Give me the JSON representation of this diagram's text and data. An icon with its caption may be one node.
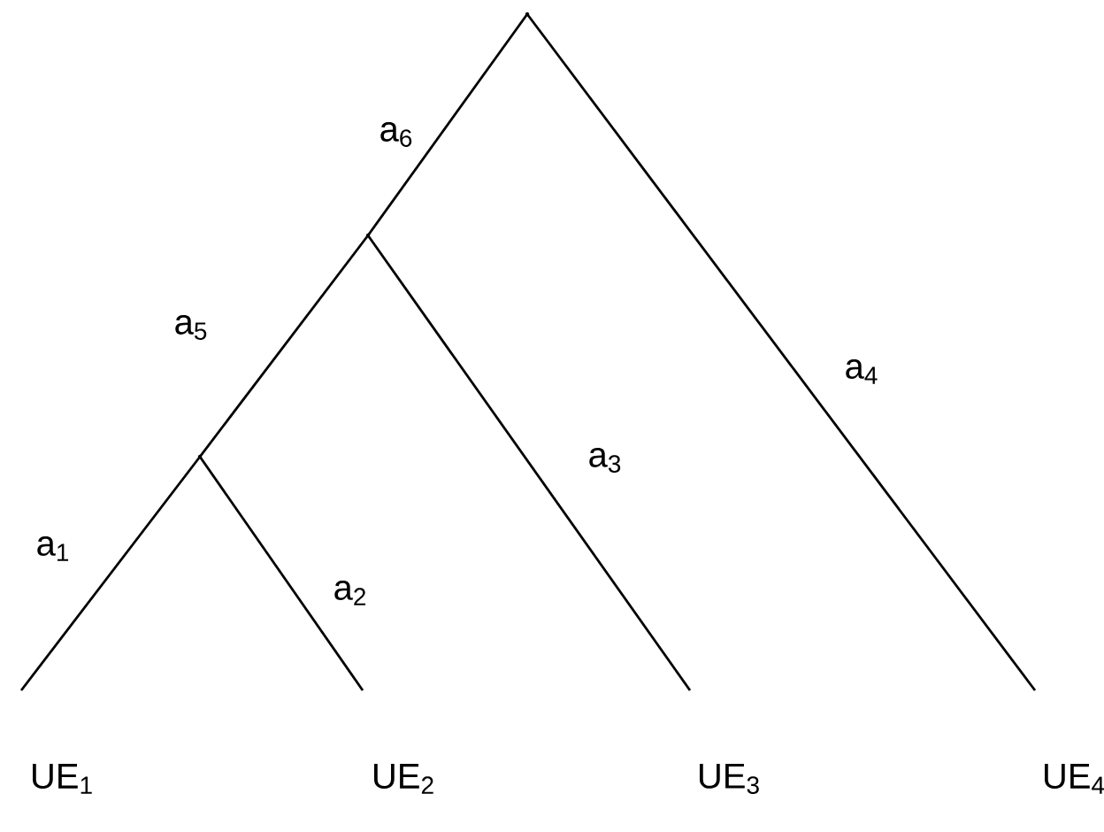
{
  "diagram": {
    "nodes": [
      {
        "text": [],
        "shape": "point"
      },
      {
        "text": [],
        "shape": "point"
      },
      {
        "text": [],
        "shape": "point"
      },
      {
        "text": [
          "UE$_{1}$"
        ]
      },
      {
        "text": [
          "UE$_{2}$"
        ]
      },
      {
        "text": [
          "UE$_{3}$"
        ]
      },
      {
        "text": [
          "UE$_{4}$"
        ]
      }
    ],
    "edges": [
      {
        "from": 0,
        "to": 1,
        "arrow": "none",
        "label": "a$_{6}$"
      },
      {
        "from": 0,
        "to": 6,
        "arrow": "none",
        "label": "a$_{4}$"
      },
      {
        "from": 1,
        "to": 2,
        "arrow": "none",
        "label": "a$_{5}$"
      },
      {
        "from": 1,
        "to": 5,
        "arrow": "none",
        "label": "a$_{3}$"
      },
      {
        "from": 2,
        "to": 3,
        "arrow": "none",
        "label": "a$_{1}$"
      },
      {
        "from": 2,
        "to": 4,
        "arrow": "none",
        "label": "a$_{2}$"
      }
    ]
  }
}
